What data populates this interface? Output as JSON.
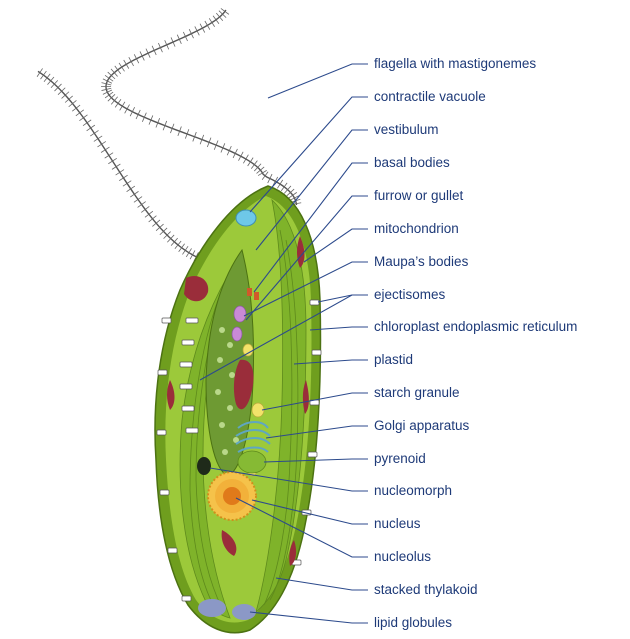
{
  "diagram": {
    "labels": [
      "flagella with mastigonemes",
      "contractile vacuole",
      "vestibulum",
      "basal bodies",
      "furrow or gullet",
      "mitochondrion",
      "Maupa’s bodies",
      "ejectisomes",
      "chloroplast endoplasmic reticulum",
      "plastid",
      "starch granule",
      "Golgi apparatus",
      "pyrenoid",
      "nucleomorph",
      "nucleus",
      "nucleolus",
      "stacked thylakoid",
      "lipid globules"
    ],
    "colors": {
      "label_text": "#1e3a78",
      "leader_line": "#2c4a8c",
      "cell_outer": "#6f9e1e",
      "cell_fill": "#9cc93a",
      "plastid": "#7fb32a",
      "mitochondrion": "#9a2d3a",
      "vacuole": "#6ec8e8",
      "nucleus": "#e6a52c",
      "lipid": "#8b98c6",
      "flagellum": "#555555"
    }
  }
}
